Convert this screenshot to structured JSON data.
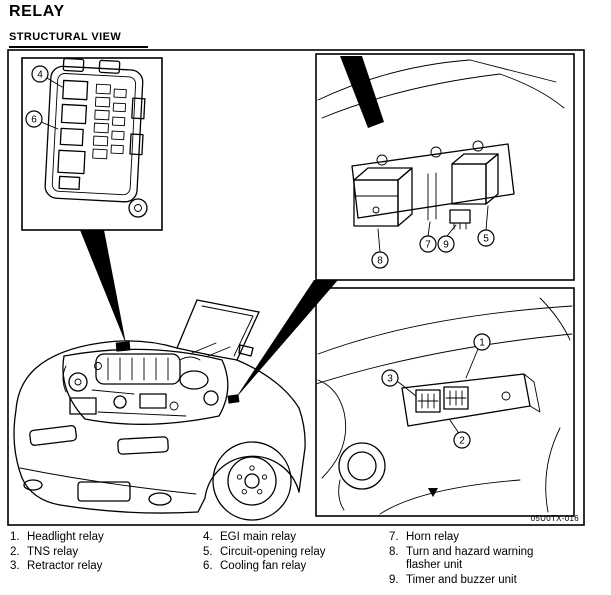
{
  "page": {
    "title": "RELAY",
    "subtitle": "STRUCTURAL VIEW",
    "figure_code": "05U0TX-016"
  },
  "callouts": {
    "c1": "1",
    "c2": "2",
    "c3": "3",
    "c4": "4",
    "c5": "5",
    "c6": "6",
    "c7": "7",
    "c8": "8",
    "c9": "9"
  },
  "legend": {
    "columns": [
      {
        "items": [
          {
            "num": "1.",
            "label": "Headlight relay"
          },
          {
            "num": "2.",
            "label": "TNS relay"
          },
          {
            "num": "3.",
            "label": "Retractor relay"
          }
        ]
      },
      {
        "items": [
          {
            "num": "4.",
            "label": "EGI main relay"
          },
          {
            "num": "5.",
            "label": "Circuit-opening relay"
          },
          {
            "num": "6.",
            "label": "Cooling fan relay"
          }
        ]
      },
      {
        "items": [
          {
            "num": "7.",
            "label": "Horn relay"
          },
          {
            "num": "8.",
            "label": "Turn and hazard warning flasher unit"
          },
          {
            "num": "9.",
            "label": "Timer and buzzer unit"
          }
        ]
      }
    ]
  }
}
